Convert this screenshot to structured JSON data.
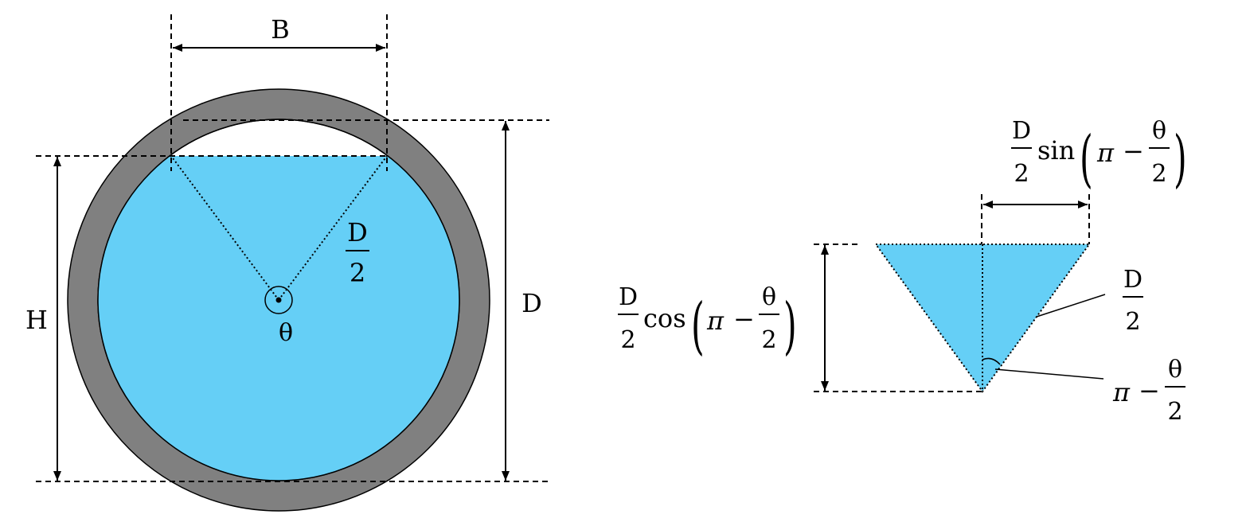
{
  "colors": {
    "water": "#65CFF6",
    "pipe_wall": "#808080",
    "line": "#000000",
    "background": "#FFFFFF"
  },
  "labels": {
    "width_label": "B",
    "height_label": "H",
    "diameter_label": "D",
    "angle_label": "θ",
    "radius": {
      "numerator": "D",
      "denominator": "2"
    },
    "half_width": {
      "coef_num": "D",
      "coef_den": "2",
      "func": "sin",
      "pi": "π",
      "minus": "−",
      "frac_num": "θ",
      "frac_den": "2"
    },
    "depth": {
      "coef_num": "D",
      "coef_den": "2",
      "func": "cos",
      "pi": "π",
      "minus": "−",
      "frac_num": "θ",
      "frac_den": "2"
    },
    "triangle_side": {
      "numerator": "D",
      "denominator": "2"
    },
    "triangle_angle": {
      "pi": "π",
      "minus": "−",
      "frac_num": "θ",
      "frac_den": "2"
    }
  }
}
